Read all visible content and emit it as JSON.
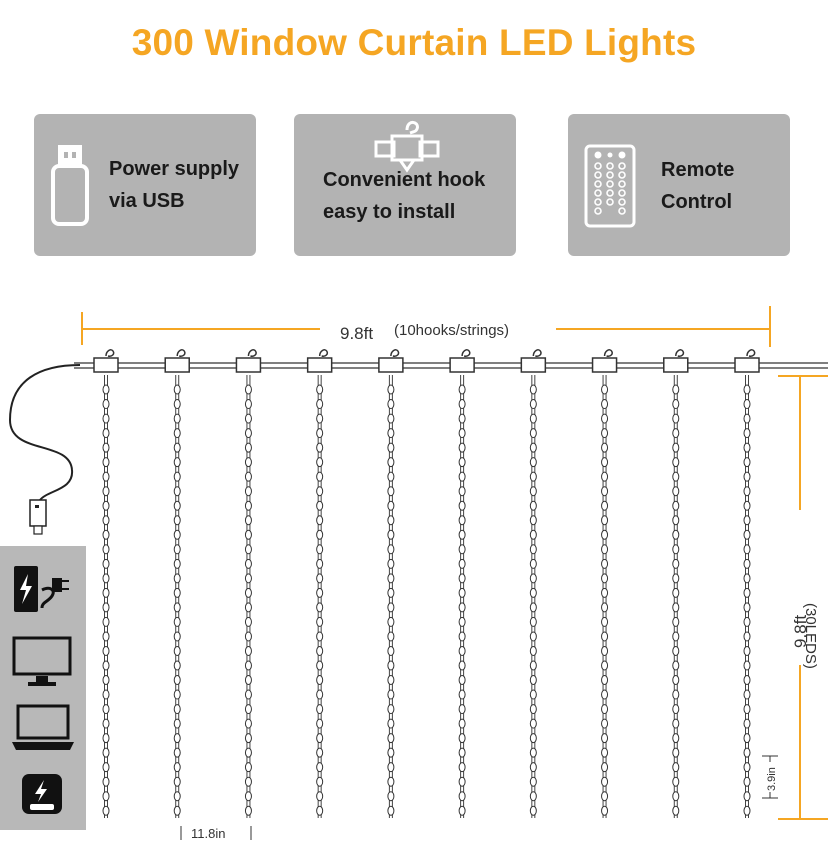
{
  "title": "300 Window Curtain LED Lights",
  "features": [
    {
      "line1": "Power supply",
      "line2": "via USB",
      "icon": "usb-stick-icon"
    },
    {
      "line1": "Convenient hook",
      "line2": "easy to install",
      "icon": "hanger-hook-icon"
    },
    {
      "line1": "Remote",
      "line2": "Control",
      "icon": "remote-control-icon"
    }
  ],
  "diagram": {
    "width_label": "9.8ft",
    "width_note": "(10hooks/strings)",
    "height_label": "9.8ft",
    "height_note": "(30LEDS)",
    "spacing_label": "11.8in",
    "led_gap_label": "3.9in",
    "string_count": 10,
    "leds_per_string": 30
  },
  "power_sources": [
    {
      "name": "power-adapter-icon"
    },
    {
      "name": "monitor-icon"
    },
    {
      "name": "laptop-icon"
    },
    {
      "name": "power-bank-icon"
    }
  ],
  "colors": {
    "accent": "#f5a623",
    "card": "#b3b3b3",
    "sidebar": "#b8b8b8"
  }
}
